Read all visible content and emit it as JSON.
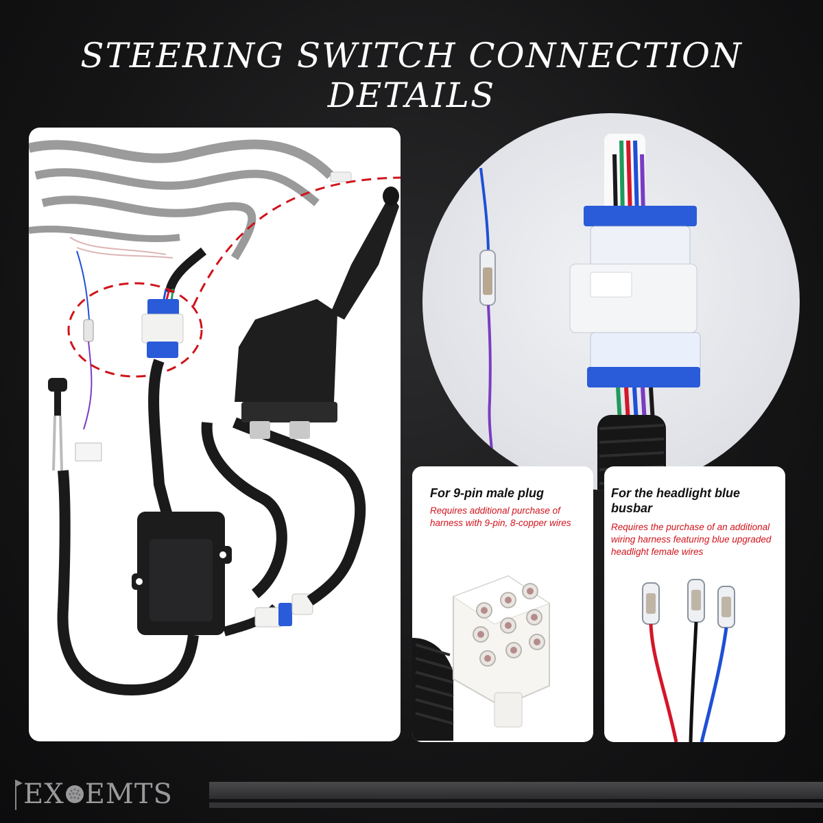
{
  "title": "STEERING SWITCH CONNECTION DETAILS",
  "cards": {
    "male_plug": {
      "title": "For 9-pin male plug",
      "subtitle": "Requires additional purchase of harness with 9-pin, 8-copper wires"
    },
    "headlight": {
      "title": "For the headlight blue busbar",
      "subtitle": "Requires the purchase of an additional wiring harness featuring blue upgraded headlight female wires"
    }
  },
  "brand": {
    "prefix": "EX",
    "suffix": "EMTS"
  },
  "colors": {
    "accent_red": "#d0131b",
    "background": "#151516",
    "wire_blue": "#1f4fd6",
    "wire_red": "#d4162a",
    "wire_black": "#111111",
    "connector_blue": "#2a5bd8"
  },
  "icons": [
    "golf-ball-icon",
    "flag-icon",
    "arrow-right-icon"
  ]
}
